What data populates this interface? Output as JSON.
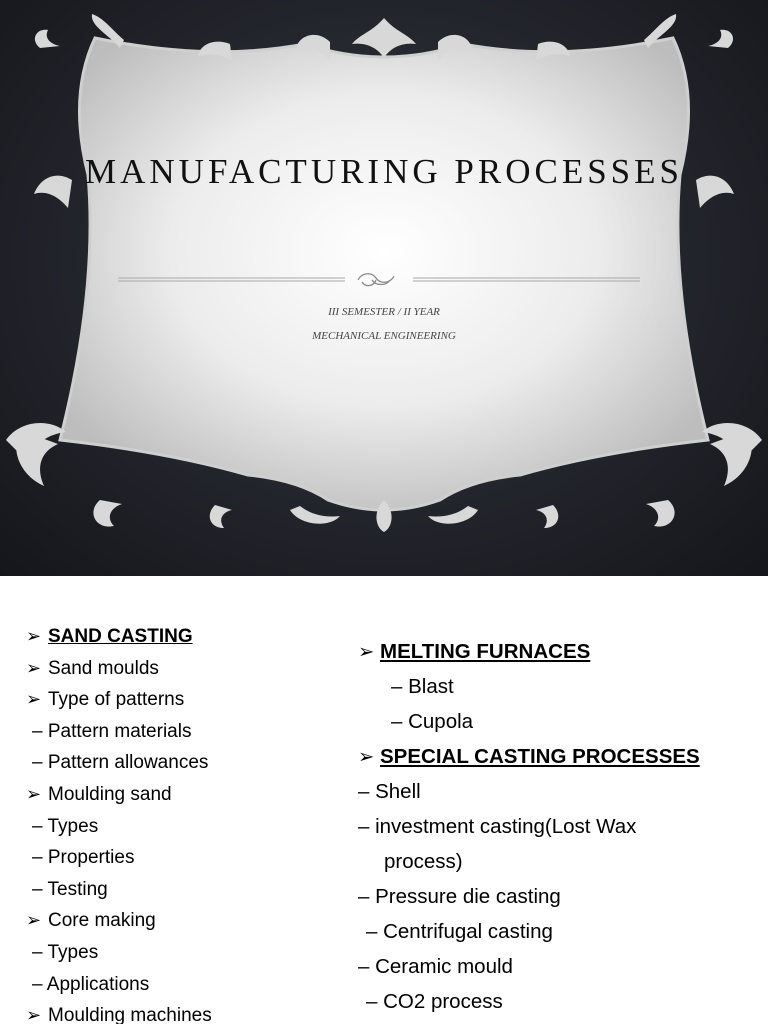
{
  "slide1": {
    "title": "MANUFACTURING PROCESSES",
    "subtitle_line1": "III  SEMESTER / II YEAR",
    "subtitle_line2": "MECHANICAL ENGINEERING",
    "colors": {
      "background": "#23252c",
      "frame": "#e4e4e4",
      "ornament": "#d9d9d9"
    }
  },
  "slide2": {
    "left_column": [
      {
        "marker": "➢",
        "text": "SAND CASTING ",
        "heading": true
      },
      {
        "marker": "➢",
        "text": "Sand moulds"
      },
      {
        "marker": "➢",
        "text": "Type of patterns"
      },
      {
        "marker": "",
        "text": "– Pattern materials"
      },
      {
        "marker": "",
        "text": "– Pattern allowances"
      },
      {
        "marker": "➢",
        "text": "Moulding sand"
      },
      {
        "marker": "",
        "text": "– Types"
      },
      {
        "marker": "",
        "text": "– Properties"
      },
      {
        "marker": "",
        "text": "–  Testing"
      },
      {
        "marker": "➢",
        "text": "Core making"
      },
      {
        "marker": "",
        "text": "– Types"
      },
      {
        "marker": "",
        "text": "– Applications"
      },
      {
        "marker": "➢",
        "text": "Moulding machines"
      }
    ],
    "right_column": [
      {
        "marker": "➢",
        "text": "MELTING FURNACES ",
        "heading": true
      },
      {
        "marker": "",
        "text": "– Blast"
      },
      {
        "marker": "",
        "text": "– Cupola"
      },
      {
        "marker": "➢",
        "text": "SPECIAL CASTING PROCESSES ",
        "heading": true
      },
      {
        "marker": "",
        "text": "– Shell"
      },
      {
        "marker": "",
        "text": "– investment casting(Lost Wax"
      },
      {
        "marker": "",
        "text": "process)"
      },
      {
        "marker": "",
        "text": "– Pressure die casting"
      },
      {
        "marker": "",
        "text": " – Centrifugal casting"
      },
      {
        "marker": "",
        "text": "–  Ceramic mould"
      },
      {
        "marker": "",
        "text": " – CO2 process"
      }
    ]
  }
}
